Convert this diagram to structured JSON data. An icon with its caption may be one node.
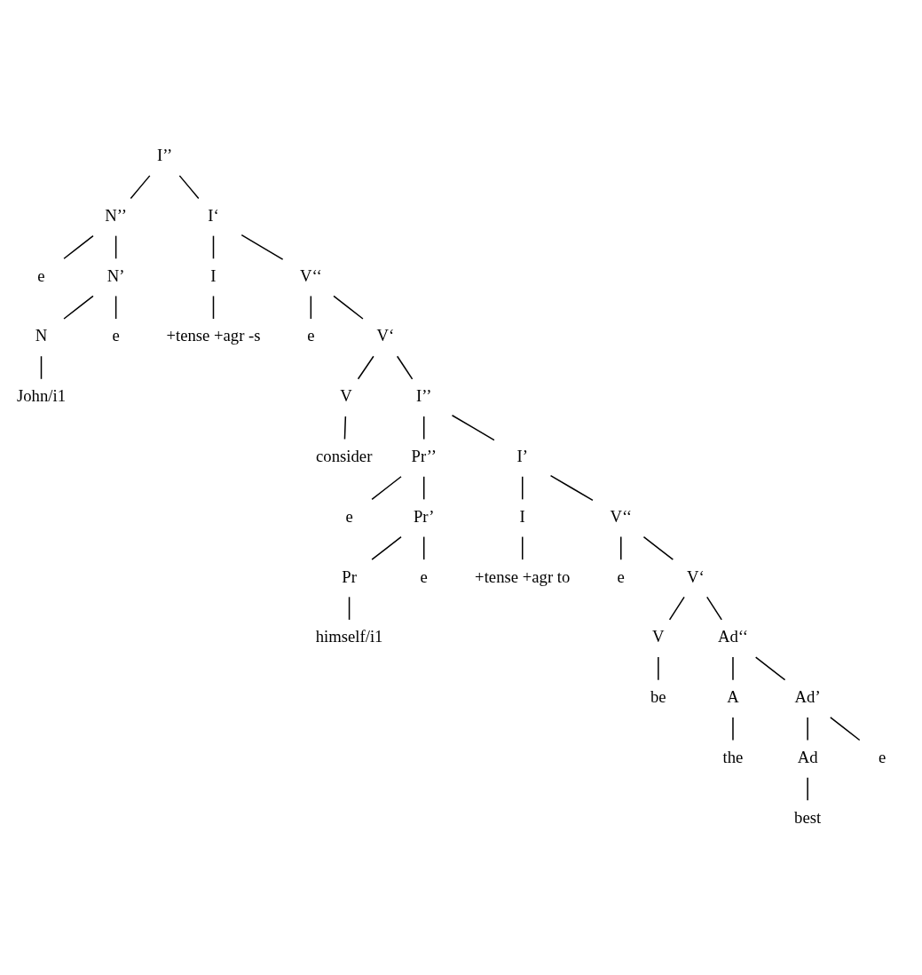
{
  "diagram": {
    "nodes": [
      {
        "text": [
          "I’’"
        ]
      },
      {
        "text": [
          "N’’"
        ]
      },
      {
        "text": [
          "e"
        ]
      },
      {
        "text": [
          "N’"
        ]
      },
      {
        "text": [
          "N"
        ]
      },
      {
        "text": [
          "John/i1"
        ]
      },
      {
        "text": [
          "e"
        ]
      },
      {
        "text": [
          "I‘"
        ]
      },
      {
        "text": [
          "I"
        ]
      },
      {
        "text": [
          "+tense +agr -s"
        ]
      },
      {
        "text": [
          "V‘‘"
        ]
      },
      {
        "text": [
          "e"
        ]
      },
      {
        "text": [
          "V‘"
        ]
      },
      {
        "text": [
          "V"
        ]
      },
      {
        "text": [
          "consider"
        ]
      },
      {
        "text": [
          "I’’"
        ]
      },
      {
        "text": [
          "Pr’’"
        ]
      },
      {
        "text": [
          "e"
        ]
      },
      {
        "text": [
          "Pr’"
        ]
      },
      {
        "text": [
          "Pr"
        ]
      },
      {
        "text": [
          "himself/i1"
        ]
      },
      {
        "text": [
          "e"
        ]
      },
      {
        "text": [
          "I’"
        ]
      },
      {
        "text": [
          "I"
        ]
      },
      {
        "text": [
          "+tense +agr to"
        ]
      },
      {
        "text": [
          "V‘‘"
        ]
      },
      {
        "text": [
          "e"
        ]
      },
      {
        "text": [
          "V‘"
        ]
      },
      {
        "text": [
          "V"
        ]
      },
      {
        "text": [
          "be"
        ]
      },
      {
        "text": [
          "Ad‘‘"
        ]
      },
      {
        "text": [
          "A"
        ]
      },
      {
        "text": [
          "the"
        ]
      },
      {
        "text": [
          "Ad’"
        ]
      },
      {
        "text": [
          "Ad"
        ]
      },
      {
        "text": [
          "best"
        ]
      },
      {
        "text": [
          "e"
        ]
      }
    ],
    "edges": [
      {
        "from": 0,
        "to": 1,
        "arrow": "none"
      },
      {
        "from": 1,
        "to": 2,
        "arrow": "none"
      },
      {
        "from": 1,
        "to": 3,
        "arrow": "none"
      },
      {
        "from": 3,
        "to": 4,
        "arrow": "none"
      },
      {
        "from": 4,
        "to": 5,
        "arrow": "none"
      },
      {
        "from": 3,
        "to": 6,
        "arrow": "none"
      },
      {
        "from": 0,
        "to": 7,
        "arrow": "none"
      },
      {
        "from": 7,
        "to": 8,
        "arrow": "none"
      },
      {
        "from": 8,
        "to": 9,
        "arrow": "none"
      },
      {
        "from": 7,
        "to": 10,
        "arrow": "none"
      },
      {
        "from": 10,
        "to": 11,
        "arrow": "none"
      },
      {
        "from": 10,
        "to": 12,
        "arrow": "none"
      },
      {
        "from": 12,
        "to": 13,
        "arrow": "none"
      },
      {
        "from": 13,
        "to": 14,
        "arrow": "none"
      },
      {
        "from": 12,
        "to": 15,
        "arrow": "none"
      },
      {
        "from": 15,
        "to": 16,
        "arrow": "none"
      },
      {
        "from": 16,
        "to": 17,
        "arrow": "none"
      },
      {
        "from": 16,
        "to": 18,
        "arrow": "none"
      },
      {
        "from": 18,
        "to": 19,
        "arrow": "none"
      },
      {
        "from": 19,
        "to": 20,
        "arrow": "none"
      },
      {
        "from": 18,
        "to": 21,
        "arrow": "none"
      },
      {
        "from": 15,
        "to": 22,
        "arrow": "none"
      },
      {
        "from": 22,
        "to": 23,
        "arrow": "none"
      },
      {
        "from": 23,
        "to": 24,
        "arrow": "none"
      },
      {
        "from": 22,
        "to": 25,
        "arrow": "none"
      },
      {
        "from": 25,
        "to": 26,
        "arrow": "none"
      },
      {
        "from": 25,
        "to": 27,
        "arrow": "none"
      },
      {
        "from": 27,
        "to": 28,
        "arrow": "none"
      },
      {
        "from": 28,
        "to": 29,
        "arrow": "none"
      },
      {
        "from": 27,
        "to": 30,
        "arrow": "none"
      },
      {
        "from": 30,
        "to": 31,
        "arrow": "none"
      },
      {
        "from": 31,
        "to": 32,
        "arrow": "none"
      },
      {
        "from": 30,
        "to": 33,
        "arrow": "none"
      },
      {
        "from": 33,
        "to": 34,
        "arrow": "none"
      },
      {
        "from": 34,
        "to": 35,
        "arrow": "none"
      },
      {
        "from": 33,
        "to": 36,
        "arrow": "none"
      }
    ]
  }
}
